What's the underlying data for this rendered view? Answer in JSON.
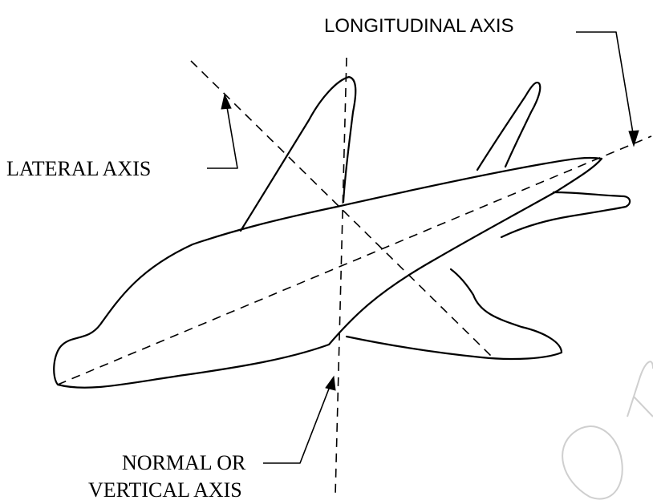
{
  "diagram": {
    "labels": {
      "longitudinal": "LONGITUDINAL AXIS",
      "lateral": "LATERAL AXIS",
      "normal_line1": "NORMAL OR",
      "normal_line2": "VERTICAL AXIS"
    },
    "watermark_text": "ORI"
  }
}
